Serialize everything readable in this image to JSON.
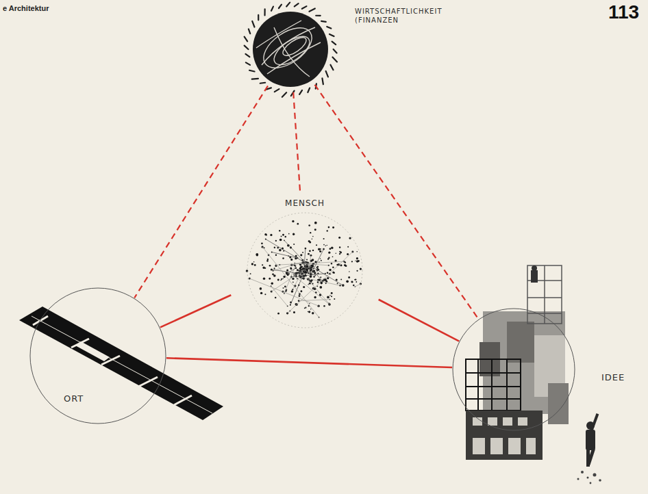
{
  "diagram": {
    "nodes": [
      {
        "text": [
          "WIRTSCHAFTLICHKEIT (FINANZEN"
        ]
      },
      {
        "text": [
          "MENSCH"
        ]
      },
      {
        "text": [
          "ORT"
        ]
      },
      {
        "text": [
          "IDEE"
        ]
      }
    ],
    "edges": [
      {
        "from": 0,
        "to": 1,
        "arrow": "none"
      },
      {
        "from": 0,
        "to": 2,
        "arrow": "none"
      },
      {
        "from": 0,
        "to": 3,
        "arrow": "none"
      },
      {
        "from": 2,
        "to": 1,
        "arrow": "none"
      },
      {
        "from": 1,
        "to": 3,
        "arrow": "none"
      },
      {
        "from": 2,
        "to": 3,
        "arrow": "none"
      }
    ],
    "labels": [
      "e Architektur",
      "113"
    ]
  }
}
